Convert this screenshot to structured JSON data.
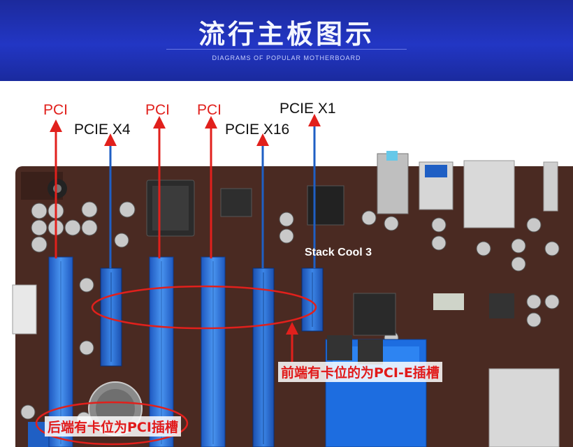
{
  "header": {
    "title": "流行主板图示",
    "subtitle": "DIAGRAMS OF POPULAR MOTHERBOARD"
  },
  "labels": {
    "pci_1": "PCI",
    "pcie_x4": "PCIE X4",
    "pci_2": "PCI",
    "pci_3": "PCI",
    "pcie_x16": "PCIE X16",
    "pcie_x1": "PCIE X1",
    "stack_cool": "Stack Cool 3"
  },
  "annotations": {
    "pcie_note": "前端有卡位的为PCI-E插槽",
    "pci_note": "后端有卡位为PCI插槽"
  },
  "colors": {
    "accent_red": "#e1201c",
    "slot_blue": "#1f5fc4",
    "board_brown": "#4a2a22",
    "banner_blue": "#2236c4"
  }
}
